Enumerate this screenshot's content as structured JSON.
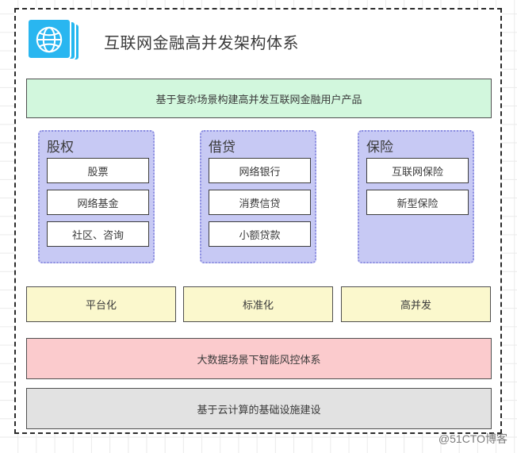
{
  "header": {
    "icon": "globe-stack-icon",
    "title": "互联网金融高并发架构体系"
  },
  "banner": {
    "label": "基于复杂场景构建高并发互联网金融用户产品",
    "color": "#d2f7dd"
  },
  "groups": [
    {
      "title": "股权",
      "color": "#c7c9f4",
      "items": [
        "股票",
        "网络基金",
        "社区、咨询"
      ]
    },
    {
      "title": "借贷",
      "color": "#c7c9f4",
      "items": [
        "网络银行",
        "消费信贷",
        "小额贷款"
      ]
    },
    {
      "title": "保险",
      "color": "#c7c9f4",
      "items": [
        "互联网保险",
        "新型保险"
      ]
    }
  ],
  "capabilities": {
    "color": "#fbf8cd",
    "items": [
      "平台化",
      "标准化",
      "高并发"
    ]
  },
  "foundation": [
    {
      "label": "大数据场景下智能风控体系",
      "color": "#fbcbcd"
    },
    {
      "label": "基于云计算的基础设施建设",
      "color": "#e2e2e2"
    }
  ],
  "watermark": "@51CTO博客"
}
